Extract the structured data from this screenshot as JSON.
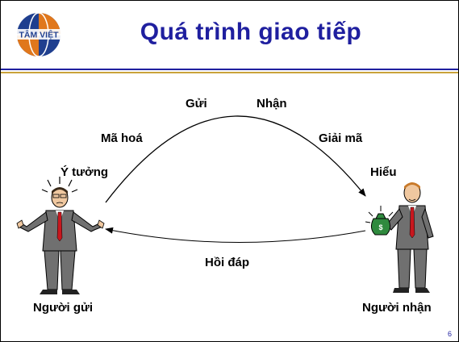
{
  "logo": {
    "text": "TÂM VIỆT",
    "icon": "globe-logo-icon"
  },
  "slide": {
    "title": "Quá trình giao tiếp",
    "page_number": "6"
  },
  "diagram": {
    "labels": {
      "send": "Gửi",
      "receive": "Nhận",
      "encode": "Mã hoá",
      "decode": "Giải mã",
      "idea": "Ý tưởng",
      "understand": "Hiểu",
      "feedback": "Hồi đáp"
    },
    "sender": {
      "label": "Người gửi",
      "icon": "confused-businessman-icon"
    },
    "receiver": {
      "label": "Người nhận",
      "icon": "businessman-with-money-bag-icon"
    }
  },
  "colors": {
    "title": "#1f1f9f",
    "rule_blue": "#1f1f9f",
    "rule_gold": "#c9a23a",
    "logo_orange": "#e0771c",
    "logo_blue": "#1f3f8f",
    "suit": "#707070",
    "tie": "#c8171e",
    "money_bag": "#2f8a3e"
  }
}
